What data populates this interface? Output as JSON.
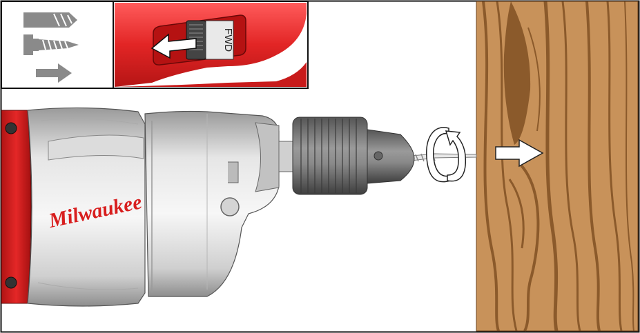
{
  "switch": {
    "label": "FWD",
    "direction": "forward"
  },
  "drill": {
    "brand": "Milwaukee"
  },
  "icons": {
    "symbols": [
      "drill-bit-icon",
      "screw-bit-icon",
      "forward-arrow-icon"
    ],
    "rotation": "clockwise-rotation-icon",
    "feed": "feed-direction-arrow-icon"
  },
  "colors": {
    "drill_red": "#d81e1e",
    "drill_silver": "#c9c9c9",
    "symbol_grey": "#8a8a8a",
    "wood_light": "#c8925a",
    "wood_dark": "#8b5a2b"
  }
}
